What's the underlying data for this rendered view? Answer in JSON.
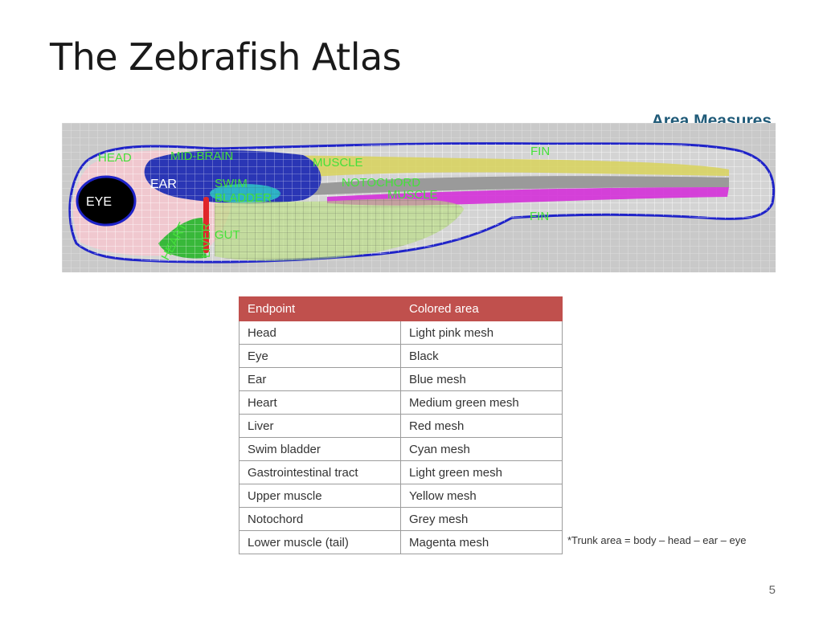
{
  "slide": {
    "title": "The Zebrafish Atlas",
    "subtitle": "Area Measures",
    "footnote": "*Trunk area = body – head – ear – eye",
    "page_number": "5"
  },
  "figure": {
    "labels": {
      "head": "HEAD",
      "mid_brain": "MID-BRAIN",
      "muscle": "MUSCLE",
      "fin_top": "FIN",
      "notochord": "NOTOCHORD",
      "muscle_lower": "MUSCLE",
      "ear": "EAR",
      "swim_bladder_1": "SWIM",
      "swim_bladder_2": "BLADDER",
      "eye": "EYE",
      "fin_bottom": "FIN",
      "heart": "HEART",
      "liver": "LIVER",
      "gut": "GUT"
    },
    "colors": {
      "outline": "#1f23c8",
      "head": "#f0c8cf",
      "ear": "#2a36b5",
      "eye": "#000000",
      "heart": "#38b83a",
      "liver": "#e0262a",
      "swim_bladder": "#2dbfc8",
      "gut": "#b8e07a",
      "upper_muscle": "#d8d25a",
      "notochord": "#9a9a9a",
      "lower_muscle": "#d430d8"
    }
  },
  "table": {
    "headers": [
      "Endpoint",
      "Colored area"
    ],
    "rows": [
      [
        "Head",
        "Light pink mesh"
      ],
      [
        "Eye",
        "Black"
      ],
      [
        "Ear",
        "Blue mesh"
      ],
      [
        "Heart",
        "Medium green mesh"
      ],
      [
        "Liver",
        "Red mesh"
      ],
      [
        "Swim bladder",
        "Cyan mesh"
      ],
      [
        "Gastrointestinal tract",
        "Light green mesh"
      ],
      [
        "Upper muscle",
        "Yellow mesh"
      ],
      [
        "Notochord",
        "Grey mesh"
      ],
      [
        "Lower muscle (tail)",
        "Magenta mesh"
      ]
    ]
  }
}
